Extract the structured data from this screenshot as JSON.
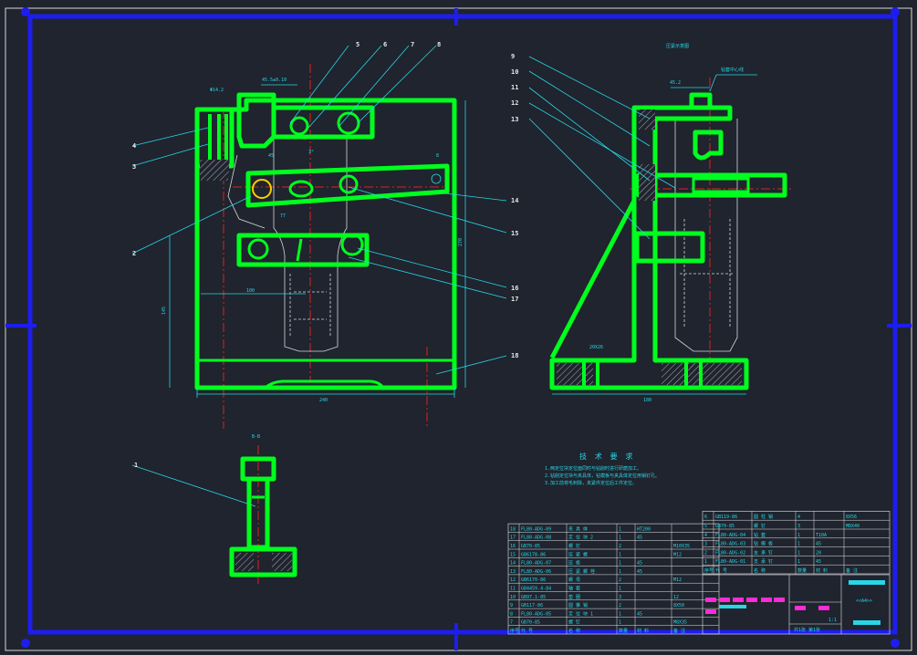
{
  "views": {
    "main": {
      "balloons": [
        "1",
        "2",
        "3",
        "4",
        "5",
        "6",
        "7",
        "8",
        "14",
        "15",
        "16",
        "17",
        "18"
      ],
      "dims": [
        "45.5±0.10",
        "Φ14.2",
        "45",
        "77",
        "100",
        "145",
        "240",
        "270",
        "5°",
        "3°",
        "8"
      ]
    },
    "side": {
      "title": "压紧示意图",
      "balloons": [
        "9",
        "10",
        "11",
        "12",
        "13"
      ],
      "dims": [
        "45.2",
        "钻套中心线",
        "180",
        "20X26"
      ]
    },
    "section": {
      "label": "B-B"
    }
  },
  "tech_req": {
    "title": "技 术 要 求",
    "items": [
      "1.两定位块定位面同时与钻削时进行研磨加工。",
      "2.钻削定位块与夹具体，钻模板与夹具体定位用销钉孔。",
      "3.加工前将毛刺除，夹紧件定位后工件定位。"
    ]
  },
  "bom_left": {
    "header": [
      "序号",
      "代 号",
      "名 称",
      "数量",
      "材 料",
      "备 注"
    ],
    "rows": [
      [
        "18",
        "FL80-ADG-09",
        "夹 具 体",
        "1",
        "HT200",
        ""
      ],
      [
        "17",
        "FL80-ADG-08",
        "定 位 块 2",
        "1",
        "45",
        ""
      ],
      [
        "16",
        "GB70-85",
        "螺 钉",
        "2",
        "",
        "M10X35"
      ],
      [
        "15",
        "GB6178-86",
        "压 紧 螺",
        "1",
        "",
        "M12"
      ],
      [
        "14",
        "FL80-ADG-07",
        "压 板",
        "1",
        "45",
        ""
      ],
      [
        "13",
        "FL80-ADG-06",
        "压 紧 螺 栓",
        "1",
        "45",
        ""
      ],
      [
        "12",
        "GB6170-86",
        "螺 母",
        "2",
        "",
        "M12"
      ],
      [
        "11",
        "GB4459.4-84",
        "轴 套",
        "1",
        "",
        ""
      ],
      [
        "10",
        "GB97.1-85",
        "垫 圈",
        "3",
        "",
        "12"
      ],
      [
        "9",
        "GB117-86",
        "圆 锥 销",
        "2",
        "",
        "8X50"
      ],
      [
        "8",
        "FL80-ADG-05",
        "定 位 块 1",
        "1",
        "45",
        ""
      ],
      [
        "7",
        "GB70-85",
        "螺 钉",
        "1",
        "",
        "M8X35"
      ]
    ]
  },
  "bom_right": {
    "header": [
      "序号",
      "代 号",
      "名 称",
      "数量",
      "材 料",
      "备 注"
    ],
    "rows": [
      [
        "6",
        "GB119-86",
        "圆 柱 销",
        "4",
        "",
        "8X56"
      ],
      [
        "5",
        "GB70-85",
        "螺 钉",
        "3",
        "",
        "M8X40"
      ],
      [
        "4",
        "FL80-ADG-04",
        "钻 套",
        "1",
        "T10A",
        ""
      ],
      [
        "3",
        "FL80-ADG-03",
        "钻 模 板",
        "1",
        "45",
        ""
      ],
      [
        "2",
        "FL80-ADG-02",
        "支 承 钉",
        "1",
        "20",
        ""
      ],
      [
        "1",
        "FL80-ADG-01",
        "支 承 钉",
        "1",
        "45",
        ""
      ]
    ]
  },
  "title_block": {
    "scale": "1:1",
    "drawing_name": "<<A4>>",
    "sheet": "共1张 第1张"
  },
  "colors": {
    "background": "#1f242e",
    "frame": "#1d1df0",
    "part_outline": "#00ff1e",
    "annotation": "#29d6e6",
    "center_line": "#e02020",
    "hidden_line": "#d8d8d8"
  }
}
